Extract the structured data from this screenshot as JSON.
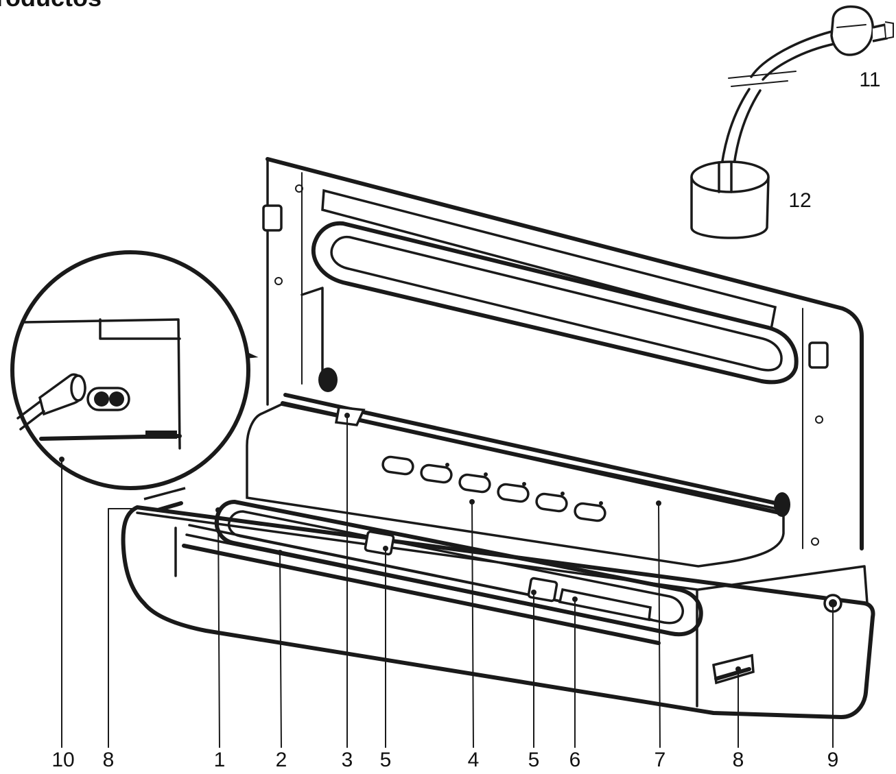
{
  "title": "Productos",
  "callouts": [
    {
      "id": "10",
      "label": "10"
    },
    {
      "id": "8a",
      "label": "8"
    },
    {
      "id": "1",
      "label": "1"
    },
    {
      "id": "2",
      "label": "2"
    },
    {
      "id": "3",
      "label": "3"
    },
    {
      "id": "5a",
      "label": "5"
    },
    {
      "id": "4",
      "label": "4"
    },
    {
      "id": "5b",
      "label": "5"
    },
    {
      "id": "6",
      "label": "6"
    },
    {
      "id": "7",
      "label": "7"
    },
    {
      "id": "8b",
      "label": "8"
    },
    {
      "id": "9",
      "label": "9"
    },
    {
      "id": "11",
      "label": "11"
    },
    {
      "id": "12",
      "label": "12"
    }
  ],
  "colors": {
    "ink": "#1a1a1a",
    "background": "#ffffff"
  }
}
